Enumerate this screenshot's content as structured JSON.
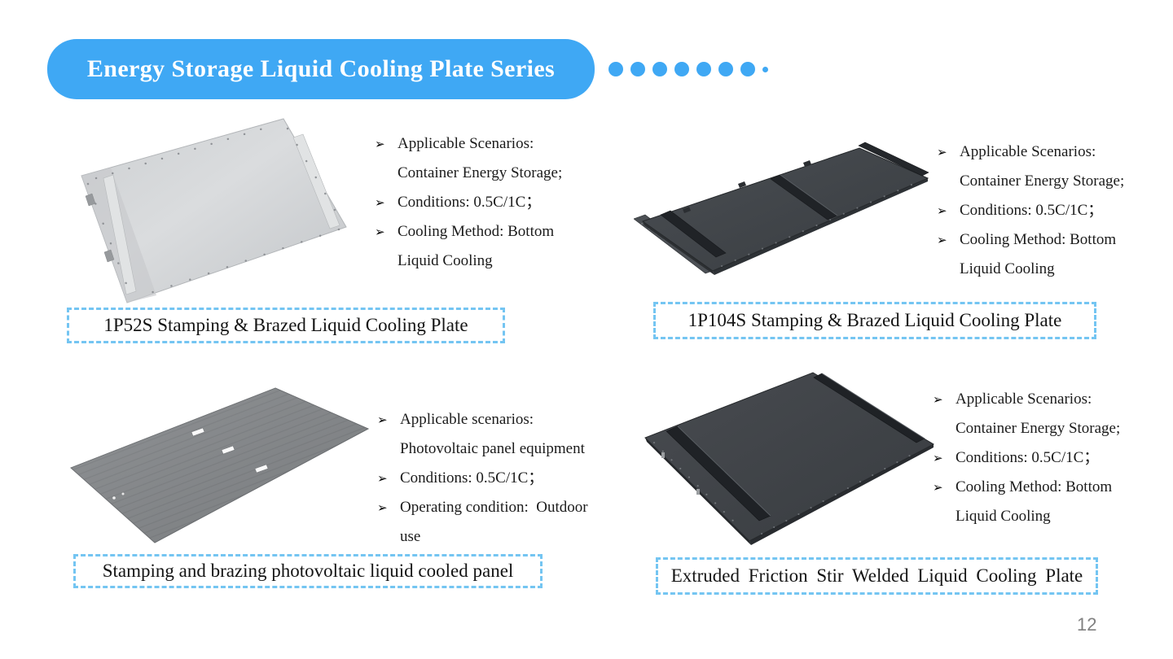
{
  "slide": {
    "banner": {
      "title": "Energy Storage Liquid Cooling Plate Series",
      "accent_color": "#3FA8F4",
      "dots": {
        "count": 7,
        "small_trailing_dot": true
      }
    },
    "styles": {
      "dash_border_color": "#74C5F2"
    },
    "page_number": "12",
    "quadrants": [
      {
        "image_alt": "silver stamped and brazed liquid cooling plate, perspective view with rivets",
        "bullets": [
          "Applicable Scenarios:\nContainer Energy Storage;",
          "Conditions: 0.5C/1C；",
          "Cooling Method: Bottom\nLiquid Cooling"
        ],
        "caption": "1P52S Stamping & Brazed Liquid Cooling Plate"
      },
      {
        "image_alt": "long dark stamped and brazed liquid cooling plate with cross rails",
        "bullets": [
          "Applicable Scenarios:\nContainer Energy Storage;",
          "Conditions: 0.5C/1C；",
          "Cooling Method: Bottom\nLiquid Cooling"
        ],
        "caption": "1P104S Stamping & Brazed Liquid Cooling Plate"
      },
      {
        "image_alt": "gray corrugated photovoltaic liquid cooled panel with three slots",
        "bullets": [
          "Applicable scenarios:\nPhotovoltaic panel equipment",
          "Conditions: 0.5C/1C；",
          "Operating condition:  Outdoor\nuse"
        ],
        "caption": "Stamping and brazing photovoltaic liquid cooled panel"
      },
      {
        "image_alt": "dark extruded friction stir welded liquid cooling plate with two rails",
        "bullets": [
          "Applicable Scenarios:\nContainer Energy Storage;",
          "Conditions: 0.5C/1C；",
          "Cooling Method: Bottom\nLiquid Cooling"
        ],
        "caption": "Extruded Friction Stir Welded Liquid Cooling Plate"
      }
    ]
  }
}
